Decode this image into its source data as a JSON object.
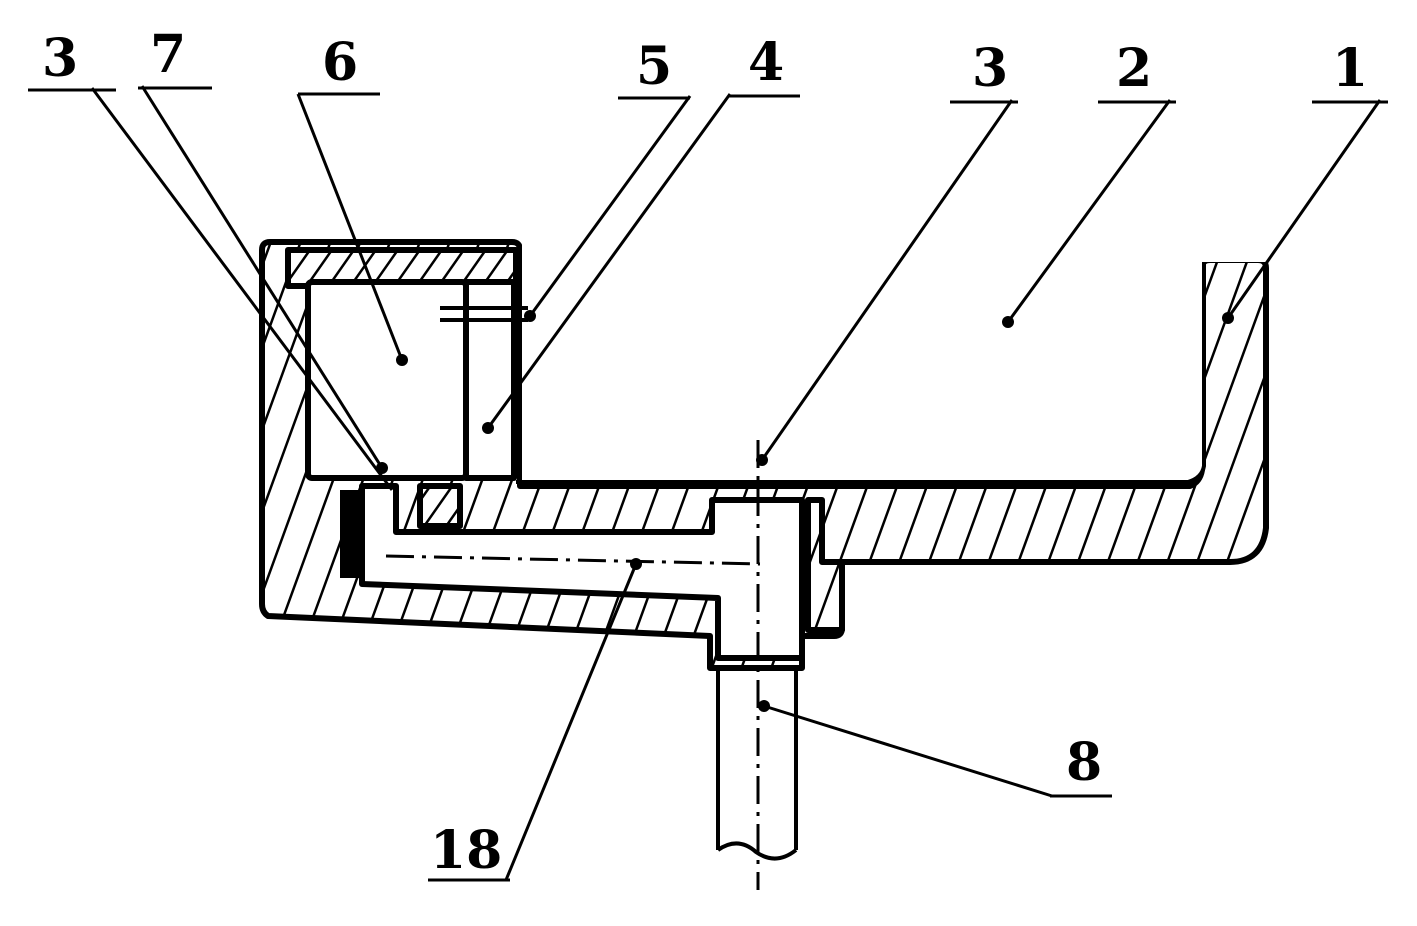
{
  "labels": {
    "p1": "1",
    "p2": "2",
    "p3_left": "3",
    "p3_right": "3",
    "p4": "4",
    "p5": "5",
    "p6": "6",
    "p7": "7",
    "p8": "8",
    "p18": "18"
  }
}
